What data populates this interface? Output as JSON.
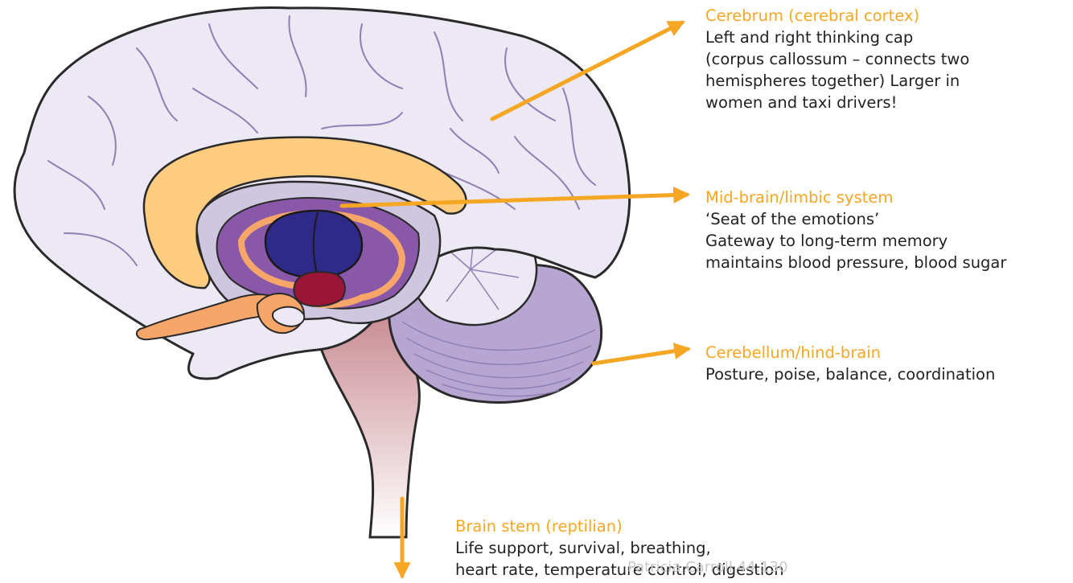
{
  "colors": {
    "accent": "#f5a623",
    "text": "#222222",
    "cortex": "#ece8f4",
    "cortex_outline": "#2a2a2a",
    "sulci": "#8f80b5",
    "corpus_callosum": "#ffcc80",
    "limbic_purple": "#8a58a8",
    "limbic_orange": "#f7a66a",
    "thalamus": "#2f2a8a",
    "hypothalamus": "#9b1538",
    "cerebellum": "#b7a6d2",
    "stem_top": "#c88a93"
  },
  "annotations": {
    "cerebrum": {
      "title": "Cerebrum (cerebral cortex)",
      "lines": [
        "Left and right thinking cap",
        "(corpus callossum – connects two",
        "hemispheres together) Larger in",
        "women and taxi drivers!"
      ]
    },
    "midbrain": {
      "title": "Mid-brain/limbic system",
      "lines": [
        "‘Seat of the emotions’",
        "Gateway to long-term memory",
        "maintains blood pressure, blood sugar"
      ]
    },
    "cerebellum": {
      "title": "Cerebellum/hind-brain",
      "lines": [
        "Posture, poise, balance, coordination"
      ]
    },
    "brainstem": {
      "title": "Brain stem (reptilian)",
      "lines": [
        "Life support, survival, breathing,",
        "heart rate, temperature control, digestion"
      ]
    }
  },
  "watermark": "Patricia Carroll 44.130"
}
